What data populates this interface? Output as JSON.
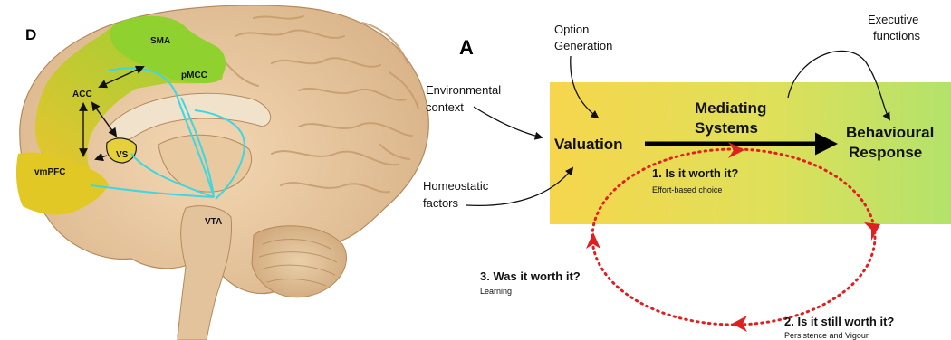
{
  "panel_d": {
    "letter": "D",
    "regions": {
      "sma": "SMA",
      "pmcc": "pMCC",
      "acc": "ACC",
      "vmpfc": "vmPFC",
      "vs": "VS",
      "vta": "VTA"
    }
  },
  "panel_a": {
    "letter": "A",
    "option_generation": [
      "Option",
      "Generation"
    ],
    "executive_functions": [
      "Executive",
      "functions"
    ],
    "environmental_context": [
      "Environmental",
      "context"
    ],
    "homeostatic_factors": [
      "Homeostatic",
      "factors"
    ],
    "valuation": "Valuation",
    "mediating_systems": [
      "Mediating",
      "Systems"
    ],
    "behavioural_response": [
      "Behavioural",
      "Response"
    ],
    "stages": [
      {
        "title": "1. Is it worth it?",
        "subtitle": "Effort-based choice"
      },
      {
        "title": "2. Is it still worth it?",
        "subtitle": "Persistence and Vigour"
      },
      {
        "title": "3. Was it worth it?",
        "subtitle": "Learning"
      }
    ]
  },
  "colors": {
    "gradient_start": "#f5d44a",
    "gradient_end": "#b6e36a",
    "cycle_arrow": "#e02020",
    "pathway": "#3fd6e0",
    "region_green": "#8fd12f",
    "region_yellow": "#e2c825"
  }
}
